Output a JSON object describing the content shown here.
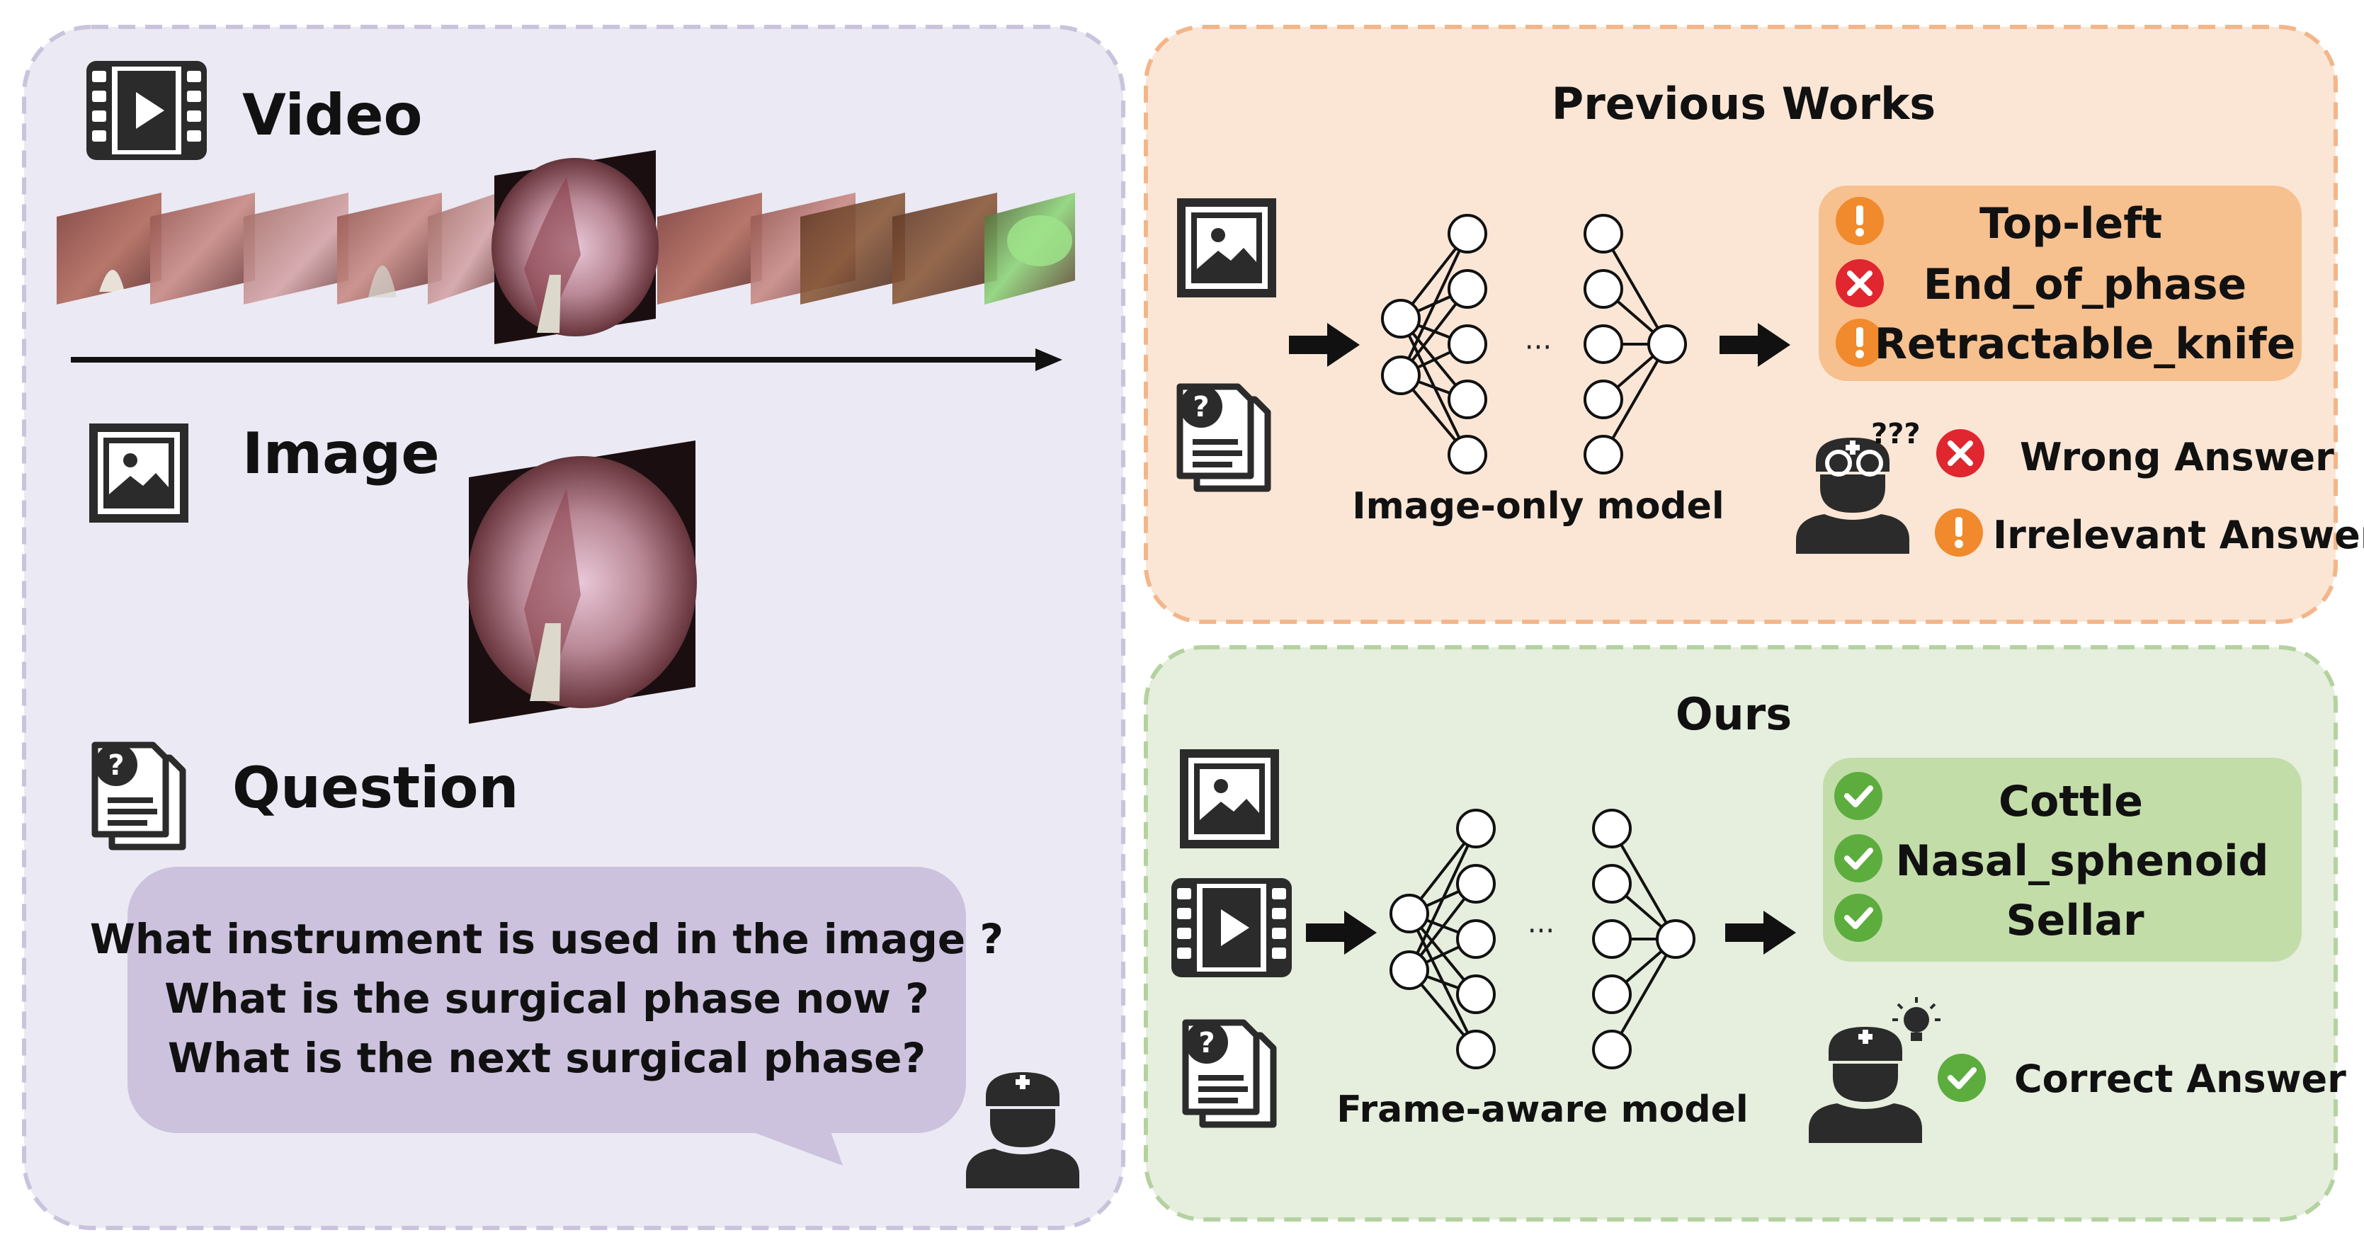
{
  "left_panel": {
    "video_label": "Video",
    "image_label": "Image",
    "question_label": "Question",
    "questions": [
      "What instrument is used in the image ?",
      "What is the surgical phase now ?",
      "What is the next surgical phase?"
    ]
  },
  "previous_works": {
    "title": "Previous Works",
    "model_label": "Image-only model",
    "ellipsis": "···",
    "answers": [
      {
        "text": "Top-left",
        "status": "warning"
      },
      {
        "text": "End_of_phase",
        "status": "wrong"
      },
      {
        "text": "Retractable_knife",
        "status": "warning"
      }
    ],
    "confused_mark": "???",
    "legend": [
      {
        "text": "Wrong Answer",
        "status": "wrong"
      },
      {
        "text": "Irrelevant Answer",
        "status": "warning"
      }
    ]
  },
  "ours": {
    "title": "Ours",
    "model_label": "Frame-aware  model",
    "ellipsis": "···",
    "answers": [
      {
        "text": "Cottle",
        "status": "correct"
      },
      {
        "text": "Nasal_sphenoid",
        "status": "correct"
      },
      {
        "text": "Sellar",
        "status": "correct"
      }
    ],
    "legend": [
      {
        "text": "Correct Answer",
        "status": "correct"
      }
    ]
  },
  "colors": {
    "left_bg": "#EBE9F3",
    "left_border": "#C9C3DC",
    "bubble": "#CCC2DE",
    "prev_bg": "#FBE6D6",
    "prev_border": "#F2B68A",
    "prev_answer_box": "#F7C08F",
    "ours_bg": "#E6EEDD",
    "ours_border": "#B4D2A0",
    "ours_answer_box": "#C3DDA8",
    "warning": "#F08A2C",
    "wrong": "#E0262F",
    "correct": "#5CAD3E"
  },
  "icons": [
    "film-icon",
    "image-icon",
    "question-doc-icon",
    "doctor-icon",
    "arrow-right-icon",
    "neural-network-icon",
    "warning-icon",
    "cross-icon",
    "check-icon",
    "lightbulb-icon"
  ]
}
